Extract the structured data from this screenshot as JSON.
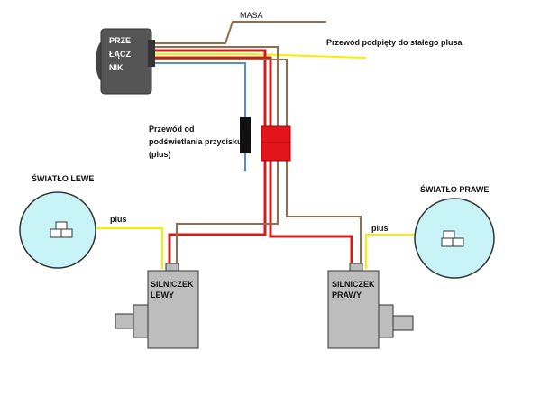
{
  "labels": {
    "masa": "MASA",
    "constant_plus": "Przewód podpięty do stałego plusa",
    "switch_line1": "PRZE",
    "switch_line2": "ŁĄCZ",
    "switch_line3": "NIK",
    "backlight_line1": "Przewód od",
    "backlight_line2": "podświetlania przycisku",
    "backlight_line3": "(plus)",
    "left_light": "ŚWIATŁO LEWE",
    "right_light": "ŚWIATŁO PRAWE",
    "plus_left": "plus",
    "plus_right": "plus",
    "left_motor_line1": "SILNICZEK",
    "left_motor_line2": "LEWY",
    "right_motor_line1": "SILNICZEK",
    "right_motor_line2": "PRAWY"
  },
  "colors": {
    "wire_brown": "#9a6b4a",
    "wire_red": "#c8201c",
    "wire_yellow": "#f4f000",
    "wire_blue": "#4e8fd6",
    "headlight_fill": "#c8f4f8",
    "motor_fill": "#bdbdbd",
    "switch_fill": "#555555",
    "connector_red": "#e3141c"
  }
}
